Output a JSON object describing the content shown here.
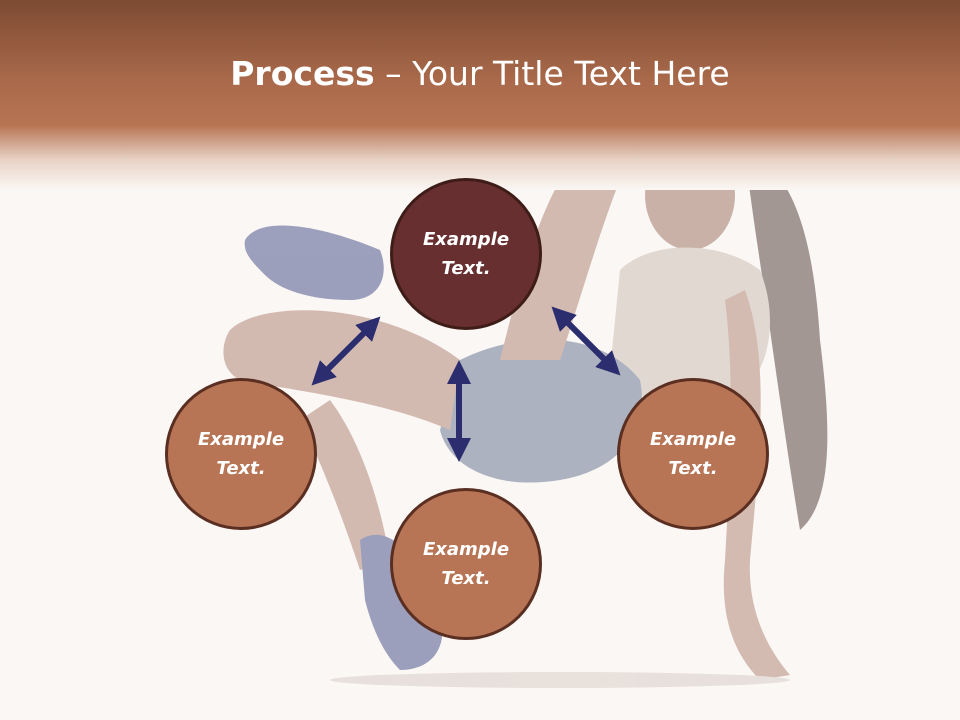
{
  "slide": {
    "title_bold": "Process",
    "title_rest": " – Your Title Text Here"
  },
  "nodes": [
    {
      "line1": "Example",
      "line2": "Text."
    },
    {
      "line1": "Example",
      "line2": "Text."
    },
    {
      "line1": "Example",
      "line2": "Text."
    },
    {
      "line1": "Example",
      "line2": "Text."
    }
  ],
  "colors": {
    "header": "#a9694a",
    "node_fill": "#b87555",
    "node_highlight": "#672f2f",
    "arrow": "#2c2d6e"
  }
}
